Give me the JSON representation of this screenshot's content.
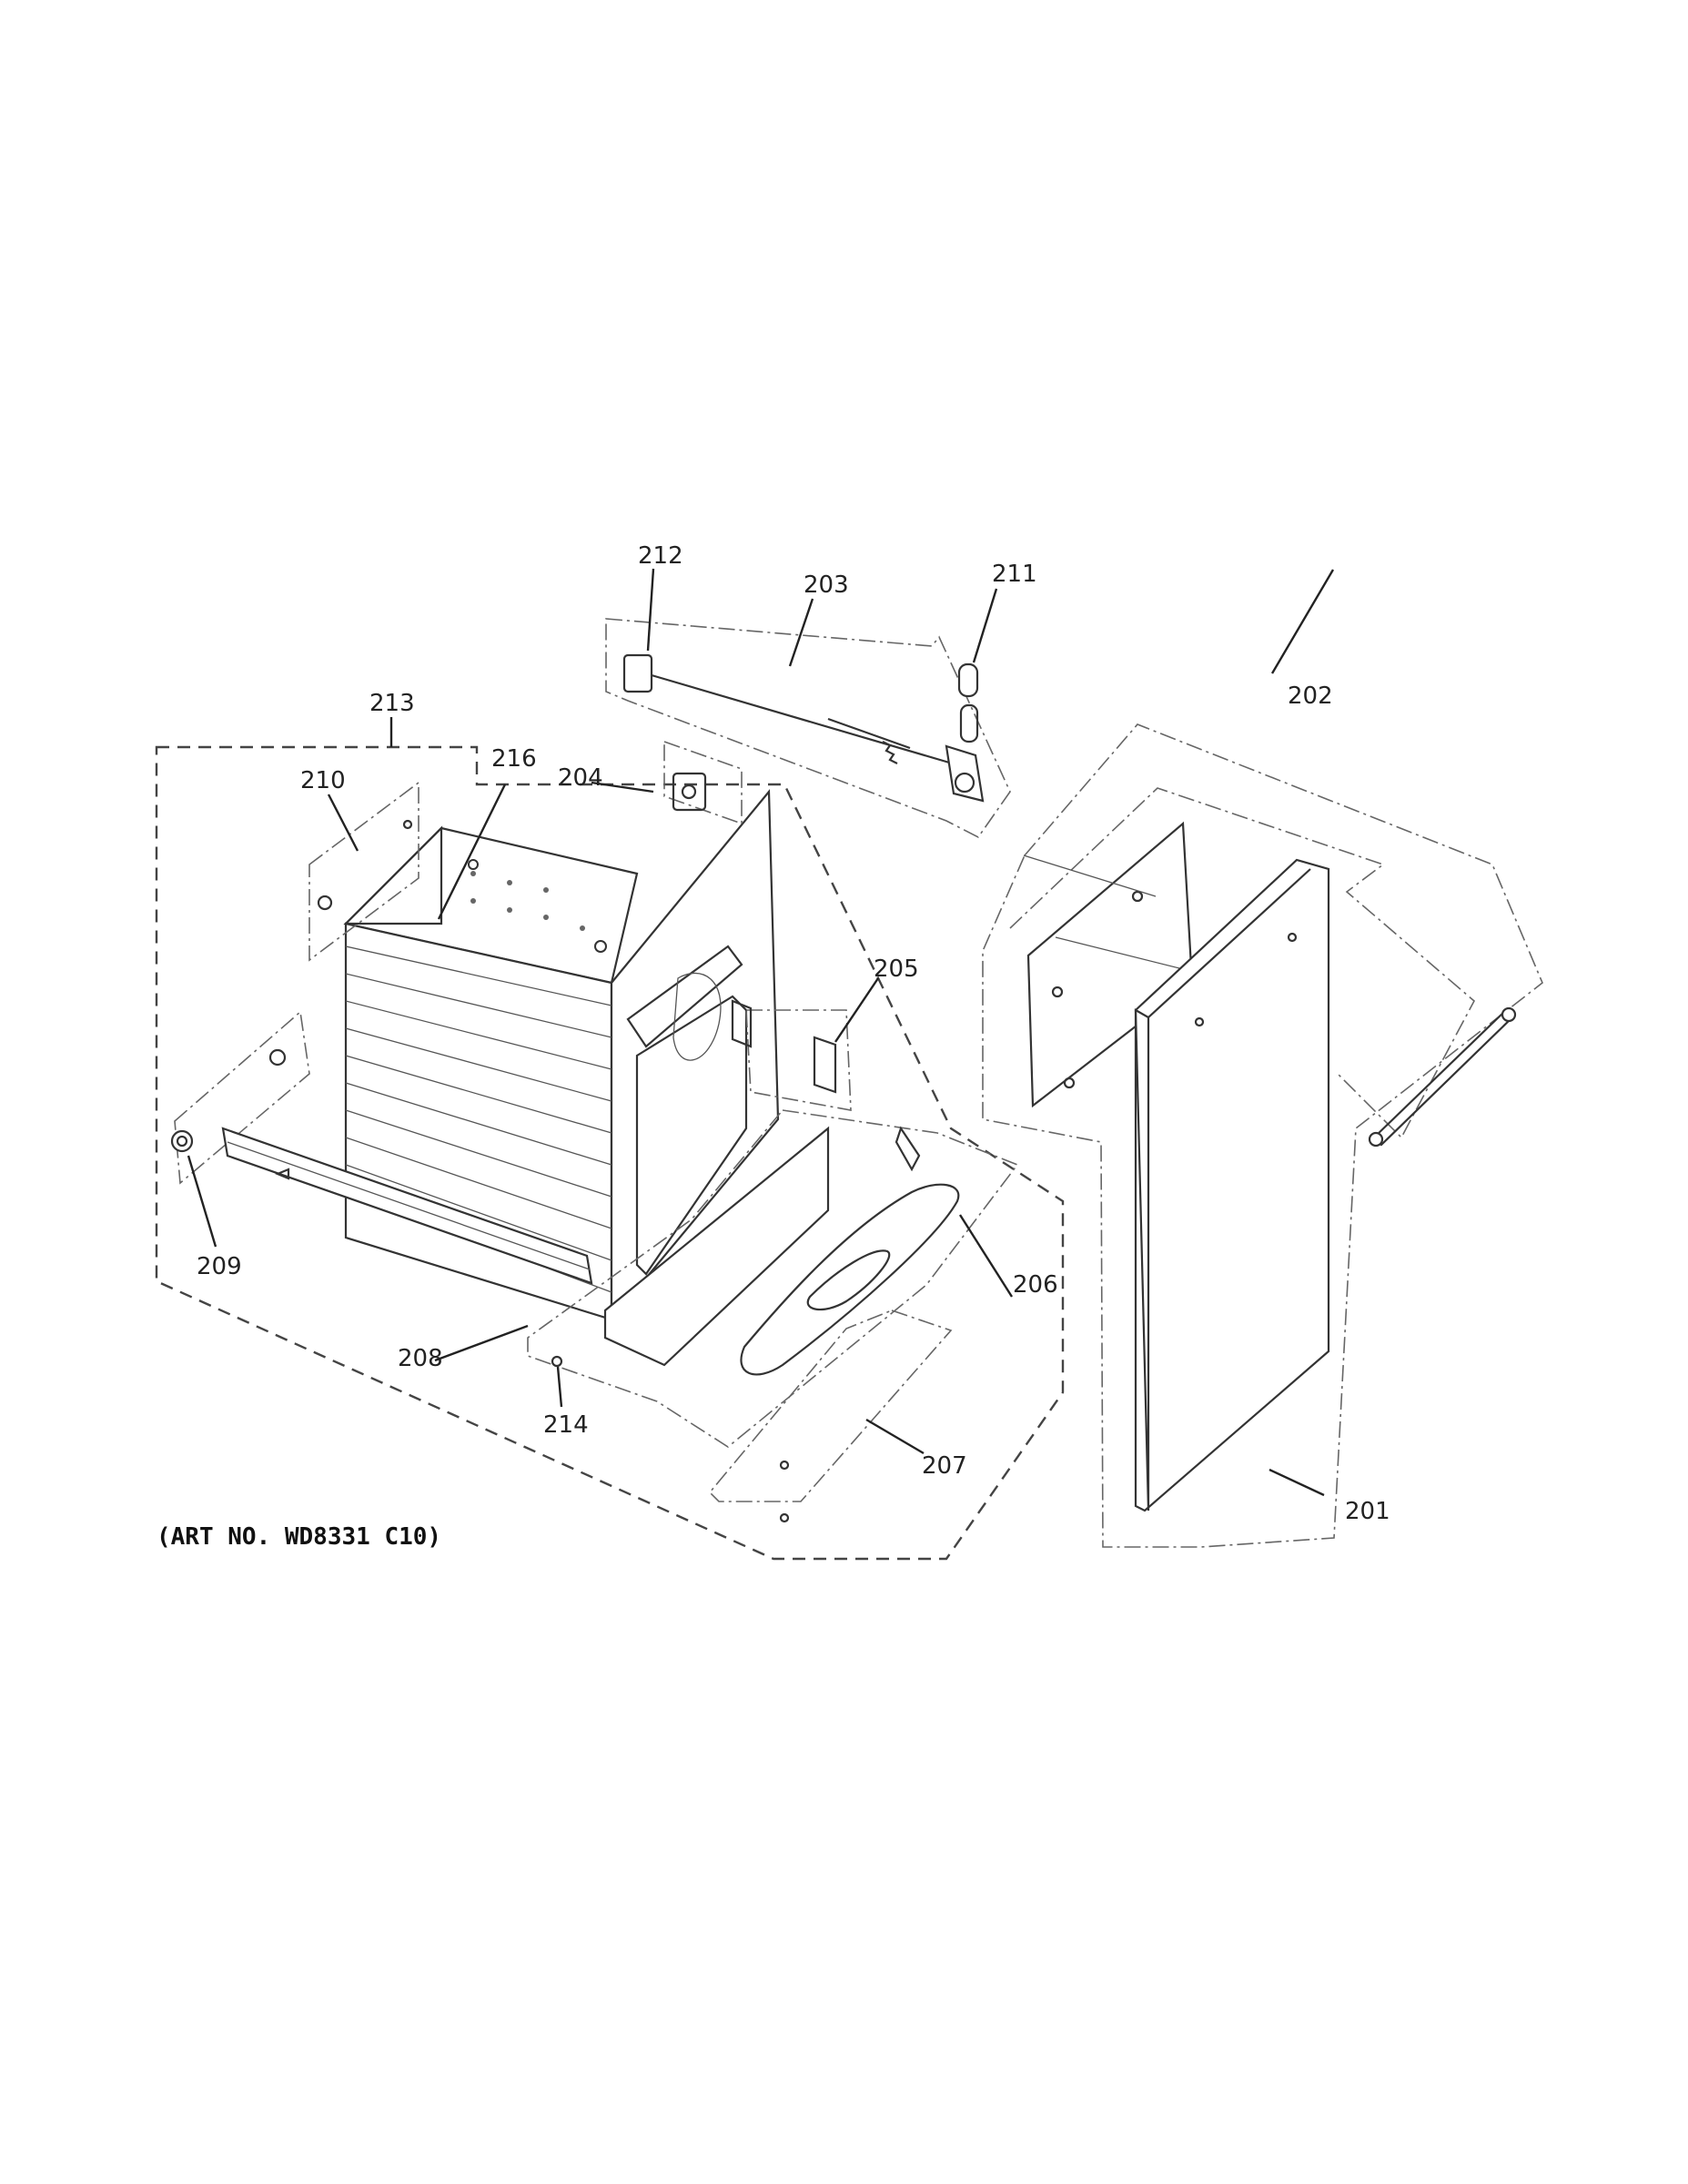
{
  "diagram": {
    "callouts": {
      "p201": "201",
      "p202": "202",
      "p203": "203",
      "p204": "204",
      "p205": "205",
      "p206": "206",
      "p207": "207",
      "p208": "208",
      "p209": "209",
      "p210": "210",
      "p211": "211",
      "p212": "212",
      "p213": "213",
      "p214": "214",
      "p216": "216"
    },
    "art_number": "(ART NO. WD8331 C10)"
  }
}
